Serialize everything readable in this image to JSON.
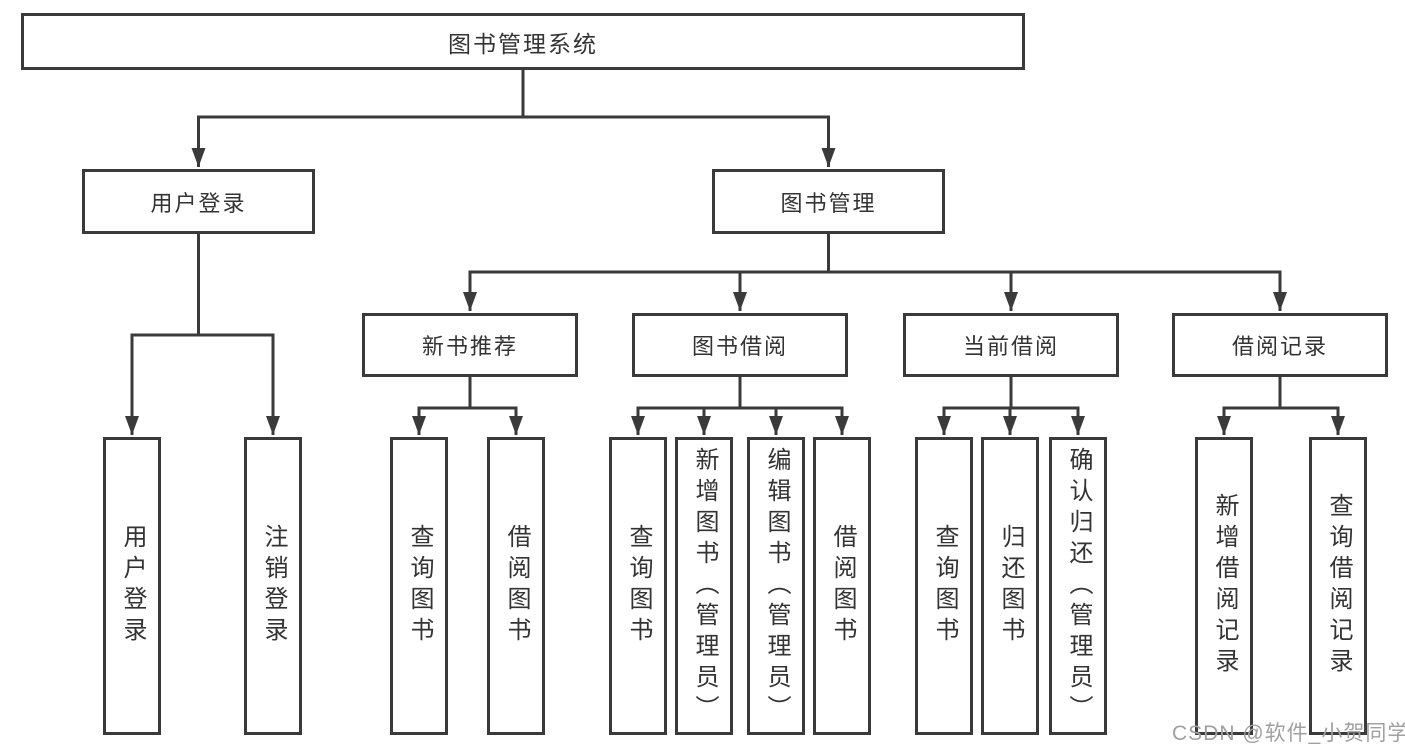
{
  "diagram": {
    "root": "图书管理系统",
    "level2": [
      "用户登录",
      "图书管理"
    ],
    "level3": [
      "新书推荐",
      "图书借阅",
      "当前借阅",
      "借阅记录"
    ],
    "leaves": [
      "用户登录",
      "注销登录",
      "查询图书",
      "借阅图书",
      "查询图书",
      "新增图书（管理员）",
      "编辑图书（管理员）",
      "借阅图书",
      "查询图书",
      "归还图书",
      "确认归还（管理员）",
      "新增借阅记录",
      "查询借阅记录"
    ]
  },
  "watermark": {
    "text": "CSDN @软件_小贺同学"
  },
  "colors": {
    "line": "#3a3a3a",
    "box_border": "#3a3a3a",
    "box_fill": "#ffffff",
    "text": "#333333",
    "watermark": "#a0a0a0",
    "background": "#ffffff"
  }
}
